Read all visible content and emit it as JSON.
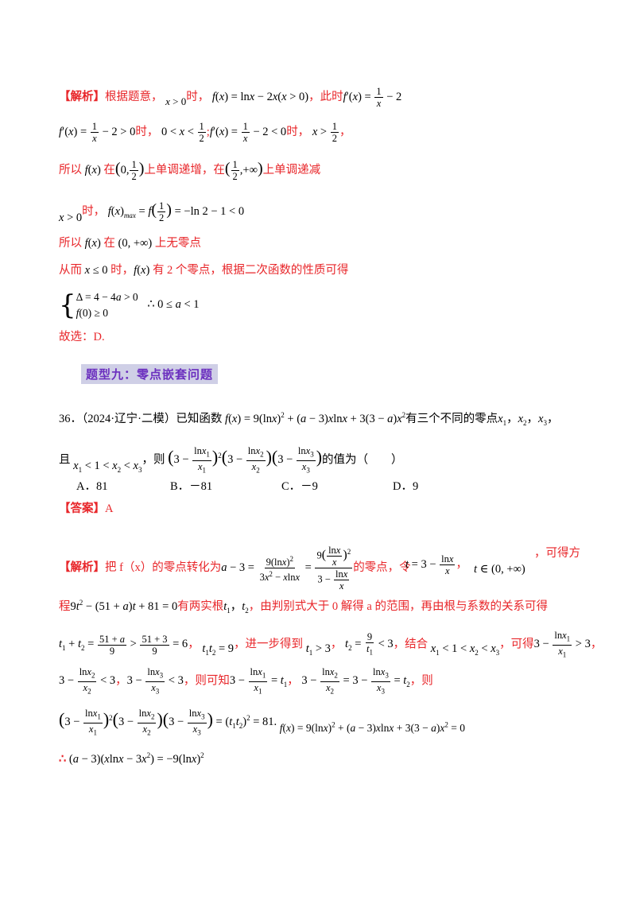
{
  "solution1": {
    "tag": "【解析】",
    "intro": "根据题意，",
    "cond": "x > 0",
    "time": "时，",
    "func": "f(x) = ln x − 2x(x > 0)",
    "then": "，此时",
    "deriv": "f′(x) = 1/x − 2",
    "line2_a": "f′(x) = 1/x − 2 > 0",
    "line2_b": "时，",
    "line2_c": "0 < x < 1/2",
    "line2_d": "; f′(x) = 1/x − 2 < 0",
    "line2_e": "时，",
    "line2_f": "x > 1/2",
    "line3": "所以 f(x) 在 (0, 1/2) 上单调递增，在 (1/2, +∞) 上单调递减",
    "line4": "x > 0 时，f(x)max = f(1/2) = −ln 2 − 1 < 0",
    "line5": "所以 f(x) 在 (0, +∞) 上无零点",
    "line6": "从而 x ≤ 0 时，f(x) 有 2 个零点，根据二次函数的性质可得",
    "sys1": "Δ = 4 − 4a > 0",
    "sys2": "f(0) ≥ 0",
    "sys_result": "∴ 0 ≤ a < 1",
    "answer": "故选：D."
  },
  "heading": "题型九：零点嵌套问题",
  "problem36": {
    "number": "36．",
    "source": "（2024·辽宁·二模）已知函数",
    "func": "f(x) = 9(ln x)² + (a − 3)x ln x + 3(3 − a)x²",
    "rest": "有三个不同的零点",
    "zeros": "x₁，x₂，x₃，",
    "and": "且",
    "order": "x₁ < 1 < x₂ < x₃",
    "then": "，则",
    "expr": "(3 − ln x₁/x₁)²(3 − ln x₂/x₂)(3 − ln x₃/x₃)",
    "ask": "的值为（　　）",
    "options": [
      "A．81",
      "B．－81",
      "C．－9",
      "D．9"
    ],
    "answer_tag": "【答案】",
    "answer": "A"
  },
  "solution2": {
    "tag": "【解析】",
    "p1": "把 f（x）的零点转化为",
    "eq1": "a − 3 = 9(ln x)² / (3x² − x ln x) = 9(ln x / x)² / (3 − ln x / x)",
    "p2": "的零点，令",
    "let": "t = 3 − ln x / x",
    "comma": "，",
    "domain": "t ∈ (0, +∞)",
    "p3": "，可得方",
    "p4": "程",
    "quad": "9t² − (51 + a)t + 81 = 0",
    "p5": "有两实根",
    "roots": "t₁，t₂",
    "p6": "，由判别式大于 0 解得 a 的范围，再由根与系数的关系可得",
    "sum": "t₁ + t₂ = (51 + a)/9 > (51 + 3)/9 = 6",
    "prod": "t₁t₂ = 9",
    "p7": "，进一步得到",
    "gt3": "t₁ > 3",
    "t2": "t₂ = 9/t₁ < 3",
    "p8": "，结合",
    "order": "x₁ < 1 < x₂ < x₃",
    "p9": "，可得",
    "ineq1": "3 − ln x₁/x₁ > 3",
    "ineq2": "3 − ln x₂/x₂ < 3",
    "ineq3": "3 − ln x₃/x₃ < 3",
    "p10": "，则可知",
    "eq_t1": "3 − ln x₁/x₁ = t₁",
    "eq_t2": "3 − ln x₂/x₂ = 3 − ln x₃/x₃ = t₂",
    "p11": "，则",
    "final": "(3 − ln x₁/x₁)²(3 − ln x₂/x₂)(3 − ln x₃/x₃) = (t₁t₂)² = 81.",
    "func_again": "f(x) = 9(ln x)² + (a − 3)x ln x + 3(3 − a)x² = 0",
    "therefore": "∴ (a − 3)(x ln x − 3x²) = −9(ln x)²"
  }
}
